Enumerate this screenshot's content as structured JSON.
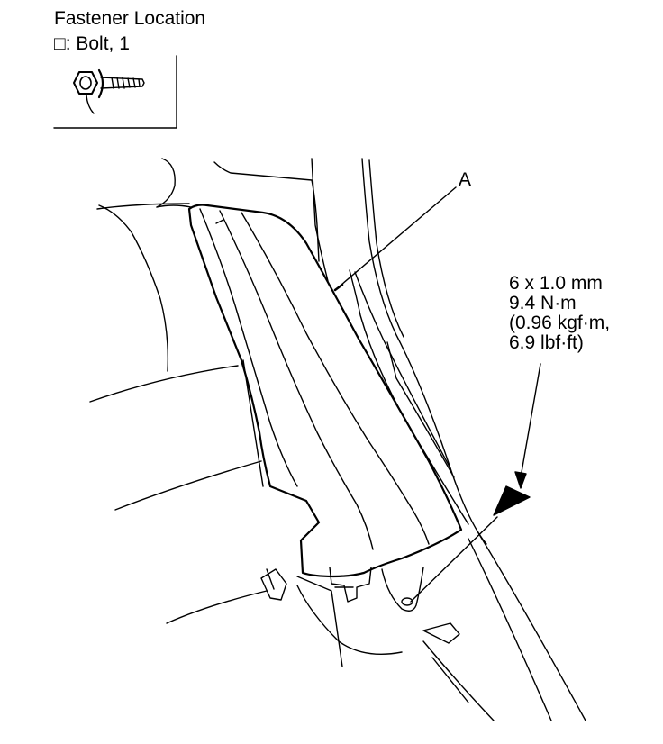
{
  "legend": {
    "title": "Fastener Location",
    "item_symbol": "□",
    "item_label": ": Bolt, 1"
  },
  "callout": {
    "part_label": "A"
  },
  "torque_spec": {
    "lines": [
      "6 x 1.0 mm",
      "9.4 N·m",
      "(0.96 kgf·m,",
      "6.9 lbf·ft)"
    ]
  }
}
